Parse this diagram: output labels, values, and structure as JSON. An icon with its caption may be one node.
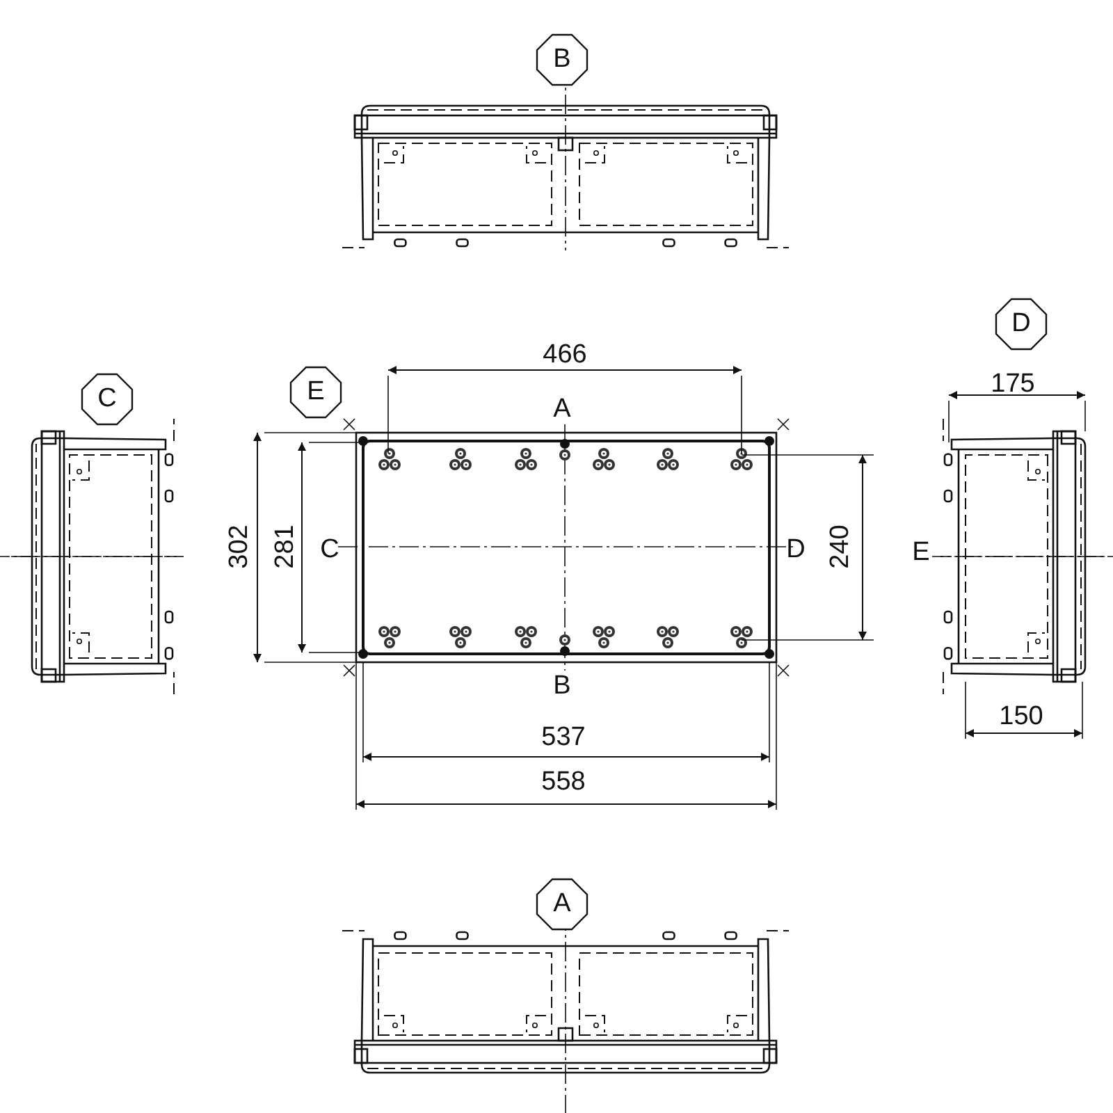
{
  "diagram": {
    "nodes": [
      {
        "text": [
          "B"
        ]
      },
      {
        "text": [
          "D"
        ]
      },
      {
        "text": [
          "C"
        ]
      },
      {
        "text": [
          "E"
        ]
      },
      {
        "text": [
          "A"
        ]
      }
    ],
    "labels": [
      "466",
      "175",
      "A",
      "302",
      "281",
      "C",
      "D",
      "240",
      "E",
      "B",
      "537",
      "150",
      "558"
    ]
  }
}
